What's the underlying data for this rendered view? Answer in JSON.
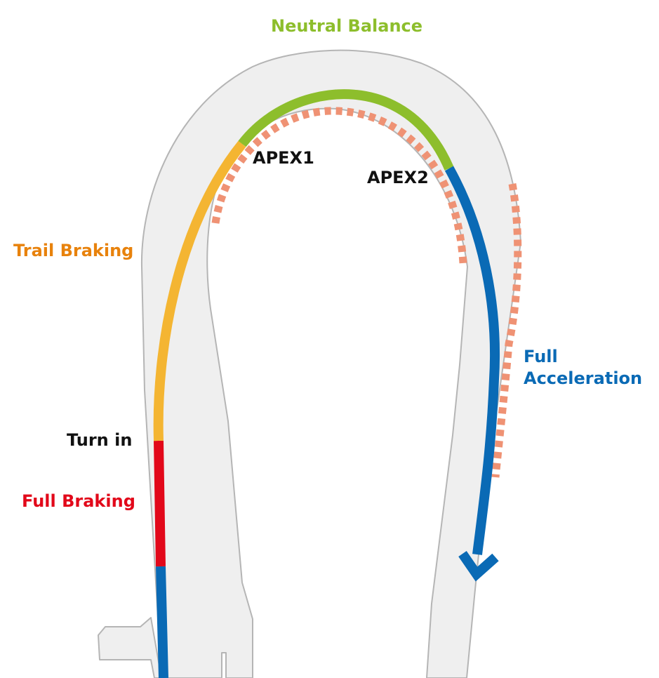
{
  "labels": {
    "neutral_balance": "Neutral Balance",
    "apex1": "APEX1",
    "apex2": "APEX2",
    "trail_braking": "Trail Braking",
    "full_acceleration_line1": "Full",
    "full_acceleration_line2": "Acceleration",
    "turn_in": "Turn in",
    "full_braking": "Full Braking"
  },
  "colors": {
    "track_fill": "#efefef",
    "track_edge": "#b5b5b5",
    "kerb": "#ef9274",
    "neutral_balance": "#8dbe2c",
    "trail_braking": "#f4b532",
    "trail_braking_label": "#e8820c",
    "full_braking": "#e2081a",
    "full_acceleration": "#0a6ab5",
    "apex_label": "#111111",
    "turn_in_label": "#111111"
  }
}
